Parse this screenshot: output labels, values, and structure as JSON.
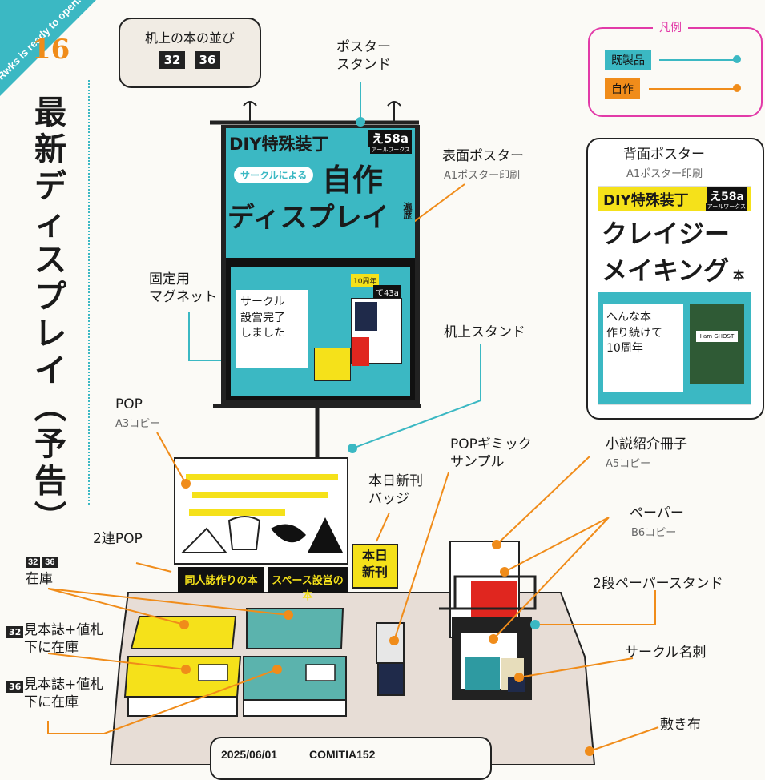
{
  "corner": {
    "ribbon_text": "Rwks is ready to open!",
    "number": "16"
  },
  "title": {
    "chars": [
      "最",
      "新",
      "デ",
      "ィ",
      "ス",
      "プ",
      "レ",
      "イ",
      "︵",
      "予",
      "告",
      "︶"
    ]
  },
  "book_order": {
    "label": "机上の本の並び",
    "badges": [
      "32",
      "36"
    ]
  },
  "legend": {
    "title": "凡例",
    "items": [
      {
        "label": "既製品",
        "color": "#3bb8c3"
      },
      {
        "label": "自作",
        "color": "#f08c1a"
      }
    ]
  },
  "labels": {
    "poster_stand": "ポスター\nスタンド",
    "front_poster": "表面ポスター",
    "front_poster_sub": "A1ポスター印刷",
    "back_poster": "背面ポスター",
    "back_poster_sub": "A1ポスター印刷",
    "magnet": "固定用\nマグネット",
    "desk_stand": "机上スタンド",
    "pop": "POP",
    "pop_sub": "A3コピー",
    "pop_gimmick": "POPギミック\nサンプル",
    "novel_booklet": "小説紹介冊子",
    "novel_booklet_sub": "A5コピー",
    "today_badge": "本日新刊\nバッジ",
    "paper": "ペーパー",
    "paper_sub": "B6コピー",
    "double_pop": "2連POP",
    "two_tier_stand": "2段ペーパースタンド",
    "stock": "在庫",
    "sample32": "見本誌+値札\n下に在庫",
    "sample36": "見本誌+値札\n下に在庫",
    "business_card": "サークル名刺",
    "cloth": "敷き布"
  },
  "stock_badges": [
    "32",
    "36"
  ],
  "badge32": "32",
  "badge36": "36",
  "front": {
    "header": "DIY特殊装丁",
    "booth": "え58a",
    "circle": "アールワークス",
    "sub_pill": "サークルによる",
    "big1": "自作",
    "big2": "ディスプレイ",
    "side": "遍歴",
    "card": "サークル\n設営完了\nしました",
    "tenyear": "10周年",
    "booth2": "て43a"
  },
  "back": {
    "header": "DIY特殊装丁",
    "booth": "え58a",
    "circle": "アールワークス",
    "line1": "クレイジー",
    "line2": "メイキング",
    "side": "本",
    "card": "へんな本\n作り続けて\n10周年",
    "ghost": "I am GHOST"
  },
  "pop_signs": {
    "left": "同人誌作りの本",
    "right": "スペース設営の本"
  },
  "today_sign": "本日\n新刊",
  "footer": {
    "date": "2025/06/01",
    "event": "COMITIA152"
  },
  "colors": {
    "teal": "#3bb8c3",
    "orange": "#f08c1a",
    "yellow": "#f5e11a",
    "magenta": "#e23aa8",
    "teal_book": "#5bb3ad"
  }
}
